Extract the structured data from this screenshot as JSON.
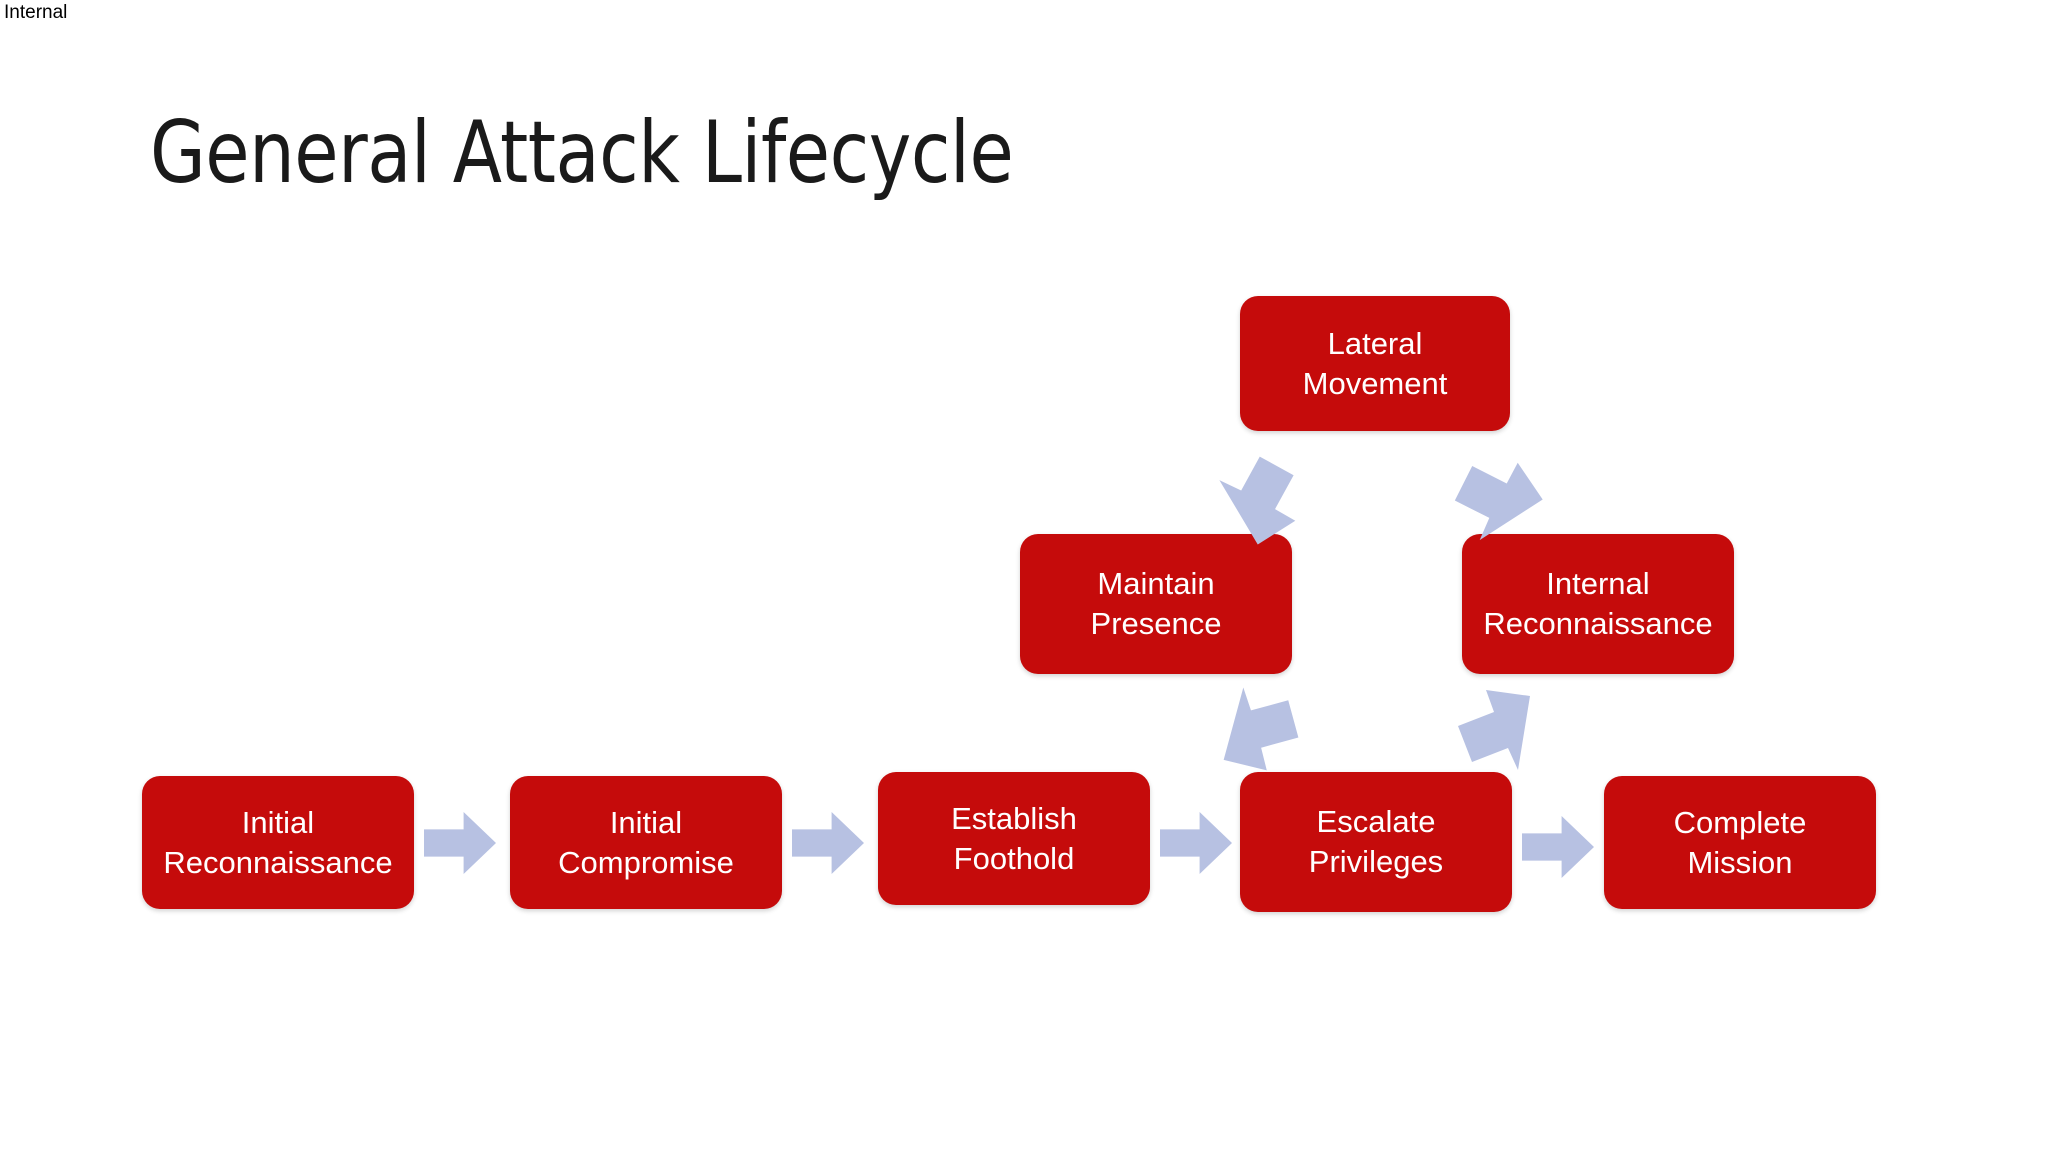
{
  "slide": {
    "classification": "Internal",
    "title": "General Attack Lifecycle",
    "background_color": "#FFFFFF"
  },
  "theme": {
    "node_fill": "#C50B0B",
    "node_text_color": "#FFFFFF",
    "arrow_fill": "#B7C1E2",
    "title_color": "#1A1A1A"
  },
  "diagram": {
    "type": "process-flow",
    "nodes": [
      {
        "id": "initial-reconnaissance",
        "label": "Initial\nReconnaissance",
        "row": "bottom",
        "order": 1
      },
      {
        "id": "initial-compromise",
        "label": "Initial\nCompromise",
        "row": "bottom",
        "order": 2
      },
      {
        "id": "establish-foothold",
        "label": "Establish\nFoothold",
        "row": "bottom",
        "order": 3
      },
      {
        "id": "escalate-privileges",
        "label": "Escalate\nPrivileges",
        "row": "bottom",
        "order": 4
      },
      {
        "id": "complete-mission",
        "label": "Complete\nMission",
        "row": "bottom",
        "order": 5
      },
      {
        "id": "maintain-presence",
        "label": "Maintain\nPresence",
        "row": "middle",
        "order": 1
      },
      {
        "id": "internal-reconnaissance",
        "label": "Internal\nReconnaissance",
        "row": "middle",
        "order": 2
      },
      {
        "id": "lateral-movement",
        "label": "Lateral\nMovement",
        "row": "top",
        "order": 1
      }
    ],
    "arrows": [
      {
        "id": "arrow-initial-recon-to-initial-compromise",
        "kind": "right",
        "from": "initial-reconnaissance",
        "to": "initial-compromise"
      },
      {
        "id": "arrow-initial-compromise-to-establish-foothold",
        "kind": "right",
        "from": "initial-compromise",
        "to": "establish-foothold"
      },
      {
        "id": "arrow-establish-foothold-to-escalate-privileges",
        "kind": "right",
        "from": "establish-foothold",
        "to": "escalate-privileges"
      },
      {
        "id": "arrow-escalate-privileges-to-complete-mission",
        "kind": "right",
        "from": "escalate-privileges",
        "to": "complete-mission"
      },
      {
        "id": "arrow-escalate-privileges-to-maintain-presence",
        "kind": "diagonal-up-left",
        "from": "escalate-privileges",
        "to": "maintain-presence"
      },
      {
        "id": "arrow-maintain-presence-to-lateral-movement",
        "kind": "diagonal-up-right",
        "from": "maintain-presence",
        "to": "lateral-movement"
      },
      {
        "id": "arrow-lateral-movement-to-internal-reconnaissance",
        "kind": "diagonal-down-right",
        "from": "lateral-movement",
        "to": "internal-reconnaissance"
      },
      {
        "id": "arrow-internal-reconnaissance-to-escalate-privileges",
        "kind": "diagonal-down-left",
        "from": "internal-reconnaissance",
        "to": "escalate-privileges"
      }
    ]
  }
}
